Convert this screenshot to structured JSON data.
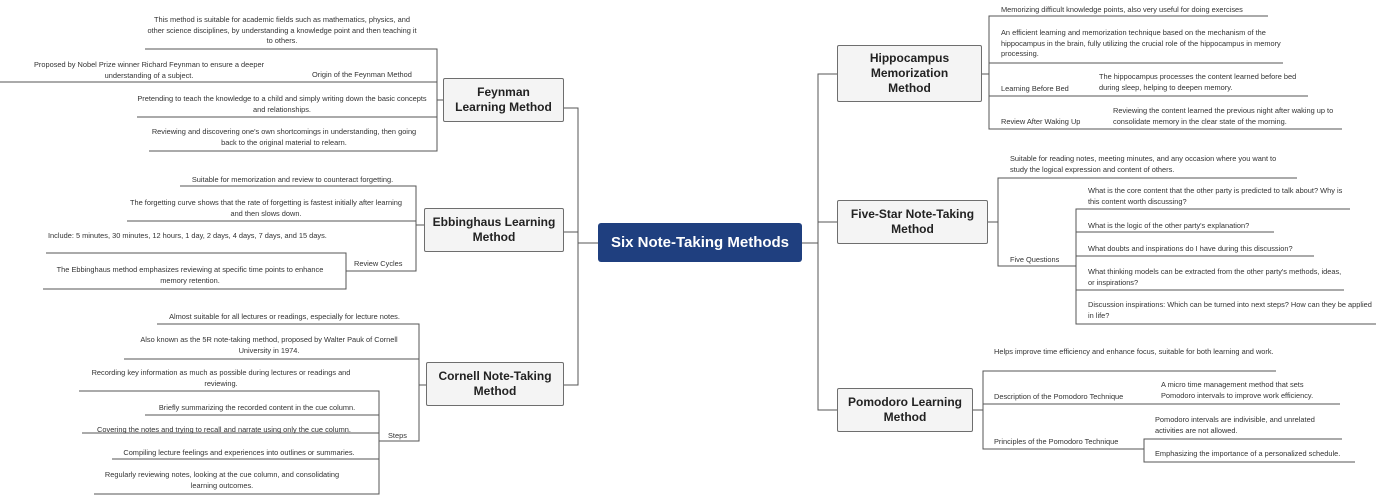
{
  "root": {
    "title": "Six Note-Taking Methods"
  },
  "feynman": {
    "title_line1": "Feynman",
    "title_line2": "Learning Method",
    "suitability": "This method is suitable for academic fields such as mathematics, physics, and other science disciplines, by understanding a knowledge point and then teaching it to others.",
    "origin_label": "Origin of the Feynman Method",
    "origin_detail": "Proposed by Nobel Prize winner Richard Feynman to ensure a deeper understanding of a subject.",
    "teach": "Pretending to teach the knowledge to a child and simply writing down the basic concepts and relationships.",
    "review": "Reviewing and discovering one's own shortcomings in understanding, then going back to the original material to relearn."
  },
  "ebbinghaus": {
    "title_line1": "Ebbinghaus Learning",
    "title_line2": "Method",
    "suitable": "Suitable for memorization and review to counteract forgetting.",
    "curve": "The forgetting curve shows that the rate of forgetting is fastest initially after learning and then slows down.",
    "cycles_label": "Review Cycles",
    "cycles_include": "Include: 5 minutes, 30 minutes, 12 hours, 1 day, 2 days, 4 days, 7 days, and 15 days.",
    "cycles_emphasis": "The Ebbinghaus method emphasizes reviewing at specific time points to enhance memory retention."
  },
  "cornell": {
    "title_line1": "Cornell Note-Taking",
    "title_line2": "Method",
    "suitable": "Almost suitable for all lectures or readings, especially for lecture notes.",
    "aka": "Also known as the 5R note-taking method, proposed by Walter Pauk of Cornell University in 1974.",
    "steps_label": "Steps",
    "steps": [
      "Recording key information as much as possible during lectures or readings and reviewing.",
      "Briefly summarizing the recorded content in the cue column.",
      "Covering the notes and trying to recall and narrate using only the cue column.",
      "Compiling lecture feelings and experiences into outlines or summaries.",
      "Regularly reviewing notes, looking at the cue column, and consolidating learning outcomes."
    ]
  },
  "hippocampus": {
    "title_line1": "Hippocampus",
    "title_line2": "Memorization",
    "title_line3": "Method",
    "difficult": "Memorizing difficult knowledge points, also very useful for doing exercises",
    "efficient": "An efficient learning and memorization technique based on the mechanism of the hippocampus in the brain, fully utilizing the crucial role of the hippocampus in memory processing.",
    "bed_label": "Learning Before Bed",
    "bed_detail": "The hippocampus processes the content learned before bed during sleep, helping to deepen memory.",
    "wake_label": "Review After Waking Up",
    "wake_detail": "Reviewing the content learned the previous night after waking up to consolidate memory in the clear state of the morning."
  },
  "fivestar": {
    "title_line1": "Five-Star Note-Taking",
    "title_line2": "Method",
    "suitable": "Suitable for reading notes, meeting minutes, and any occasion where you want to study the logical expression and content of others.",
    "questions_label": "Five Questions",
    "questions": [
      "What is the core content that the other party is predicted to talk about? Why is this content worth discussing?",
      "What is the logic of the other party's explanation?",
      "What doubts and inspirations do I have during this discussion?",
      "What thinking models can be extracted from the other party's methods, ideas, or inspirations?",
      "Discussion inspirations: Which can be turned into next steps? How can they be applied in life?"
    ]
  },
  "pomodoro": {
    "title_line1": "Pomodoro Learning",
    "title_line2": "Method",
    "helps": "Helps improve time efficiency and enhance focus, suitable for both learning and work.",
    "desc_label": "Description of the Pomodoro Technique",
    "desc_detail": "A micro time management method that sets Pomodoro intervals to improve work efficiency.",
    "principles_label": "Principles of the Pomodoro Technique",
    "principles": [
      "Pomodoro intervals are indivisible, and unrelated activities are not allowed.",
      "Emphasizing the importance of a personalized schedule."
    ]
  },
  "colors": {
    "root_bg": "#1f3f7f",
    "line": "#555555",
    "node_bg": "#f4f4f4"
  }
}
